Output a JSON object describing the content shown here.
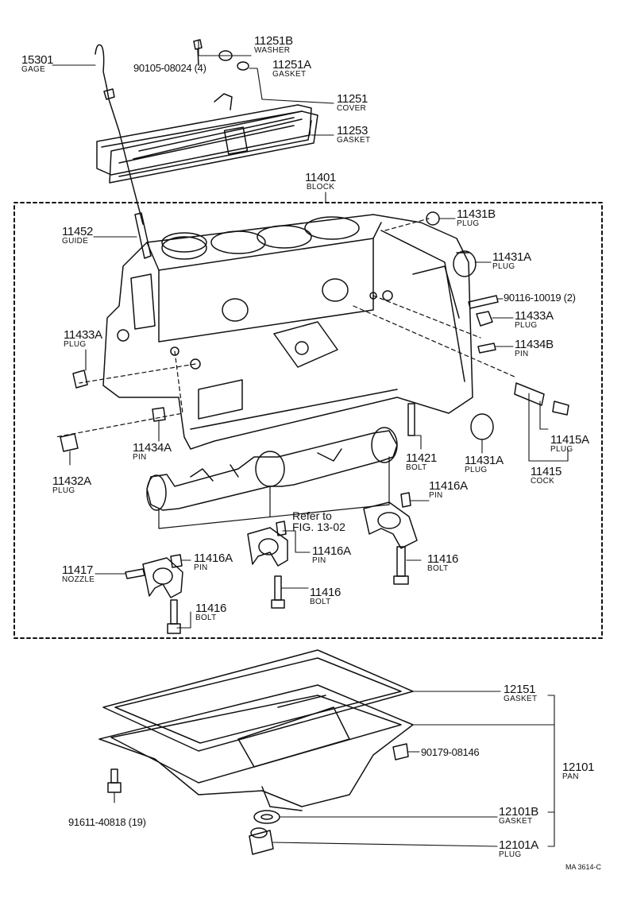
{
  "parts": [
    {
      "id": "p15301",
      "number": "15301",
      "name": "GAGE"
    },
    {
      "id": "p90105",
      "number": "90105-08024 (4)",
      "name": ""
    },
    {
      "id": "p11251b",
      "number": "11251B",
      "name": "WASHER"
    },
    {
      "id": "p11251a",
      "number": "11251A",
      "name": "GASKET"
    },
    {
      "id": "p11251",
      "number": "11251",
      "name": "COVER"
    },
    {
      "id": "p11253",
      "number": "11253",
      "name": "GASKET"
    },
    {
      "id": "p11401",
      "number": "11401",
      "name": "BLOCK"
    },
    {
      "id": "p11452",
      "number": "11452",
      "name": "GUIDE"
    },
    {
      "id": "p11431b",
      "number": "11431B",
      "name": "PLUG"
    },
    {
      "id": "p11431a_top",
      "number": "11431A",
      "name": "PLUG"
    },
    {
      "id": "p90116",
      "number": "90116-10019 (2)",
      "name": ""
    },
    {
      "id": "p11433a_r",
      "number": "11433A",
      "name": "PLUG"
    },
    {
      "id": "p11434b",
      "number": "11434B",
      "name": "PIN"
    },
    {
      "id": "p11433a_l",
      "number": "11433A",
      "name": "PLUG"
    },
    {
      "id": "p11434a",
      "number": "11434A",
      "name": "PIN"
    },
    {
      "id": "p11432a",
      "number": "11432A",
      "name": "PLUG"
    },
    {
      "id": "p11421",
      "number": "11421",
      "name": "BOLT"
    },
    {
      "id": "p11431a_bot",
      "number": "11431A",
      "name": "PLUG"
    },
    {
      "id": "p11415a",
      "number": "11415A",
      "name": "PLUG"
    },
    {
      "id": "p11415",
      "number": "11415",
      "name": "COCK"
    },
    {
      "id": "p11416a_r",
      "number": "11416A",
      "name": "PIN"
    },
    {
      "id": "p11416a_m",
      "number": "11416A",
      "name": "PIN"
    },
    {
      "id": "p11416_r",
      "number": "11416",
      "name": "BOLT"
    },
    {
      "id": "p11417",
      "number": "11417",
      "name": "NOZZLE"
    },
    {
      "id": "p11416a_l",
      "number": "11416A",
      "name": "PIN"
    },
    {
      "id": "p11416_m",
      "number": "11416",
      "name": "BOLT"
    },
    {
      "id": "p11416_l",
      "number": "11416",
      "name": "BOLT"
    },
    {
      "id": "p12151",
      "number": "12151",
      "name": "GASKET"
    },
    {
      "id": "p90179",
      "number": "90179-08146",
      "name": ""
    },
    {
      "id": "p12101",
      "number": "12101",
      "name": "PAN"
    },
    {
      "id": "p91611",
      "number": "91611-40818 (19)",
      "name": ""
    },
    {
      "id": "p12101b",
      "number": "12101B",
      "name": "GASKET"
    },
    {
      "id": "p12101a",
      "number": "12101A",
      "name": "PLUG"
    }
  ],
  "reference": {
    "line1": "Refer to",
    "line2": "FIG. 13-02"
  },
  "drawing_code": "MA 3614-C"
}
